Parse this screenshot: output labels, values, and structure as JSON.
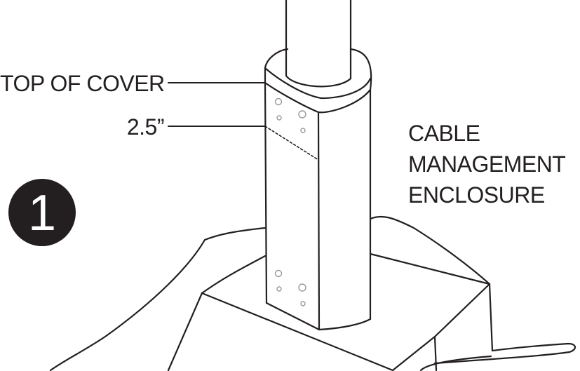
{
  "step": {
    "number": "1"
  },
  "labels": {
    "top_of_cover": "TOP OF COVER",
    "measurement": "2.5”",
    "enclosure_line1": "CABLE",
    "enclosure_line2": "MANAGEMENT",
    "enclosure_line3": "ENCLOSURE"
  },
  "colors": {
    "ink": "#231f20",
    "background": "#ffffff"
  }
}
